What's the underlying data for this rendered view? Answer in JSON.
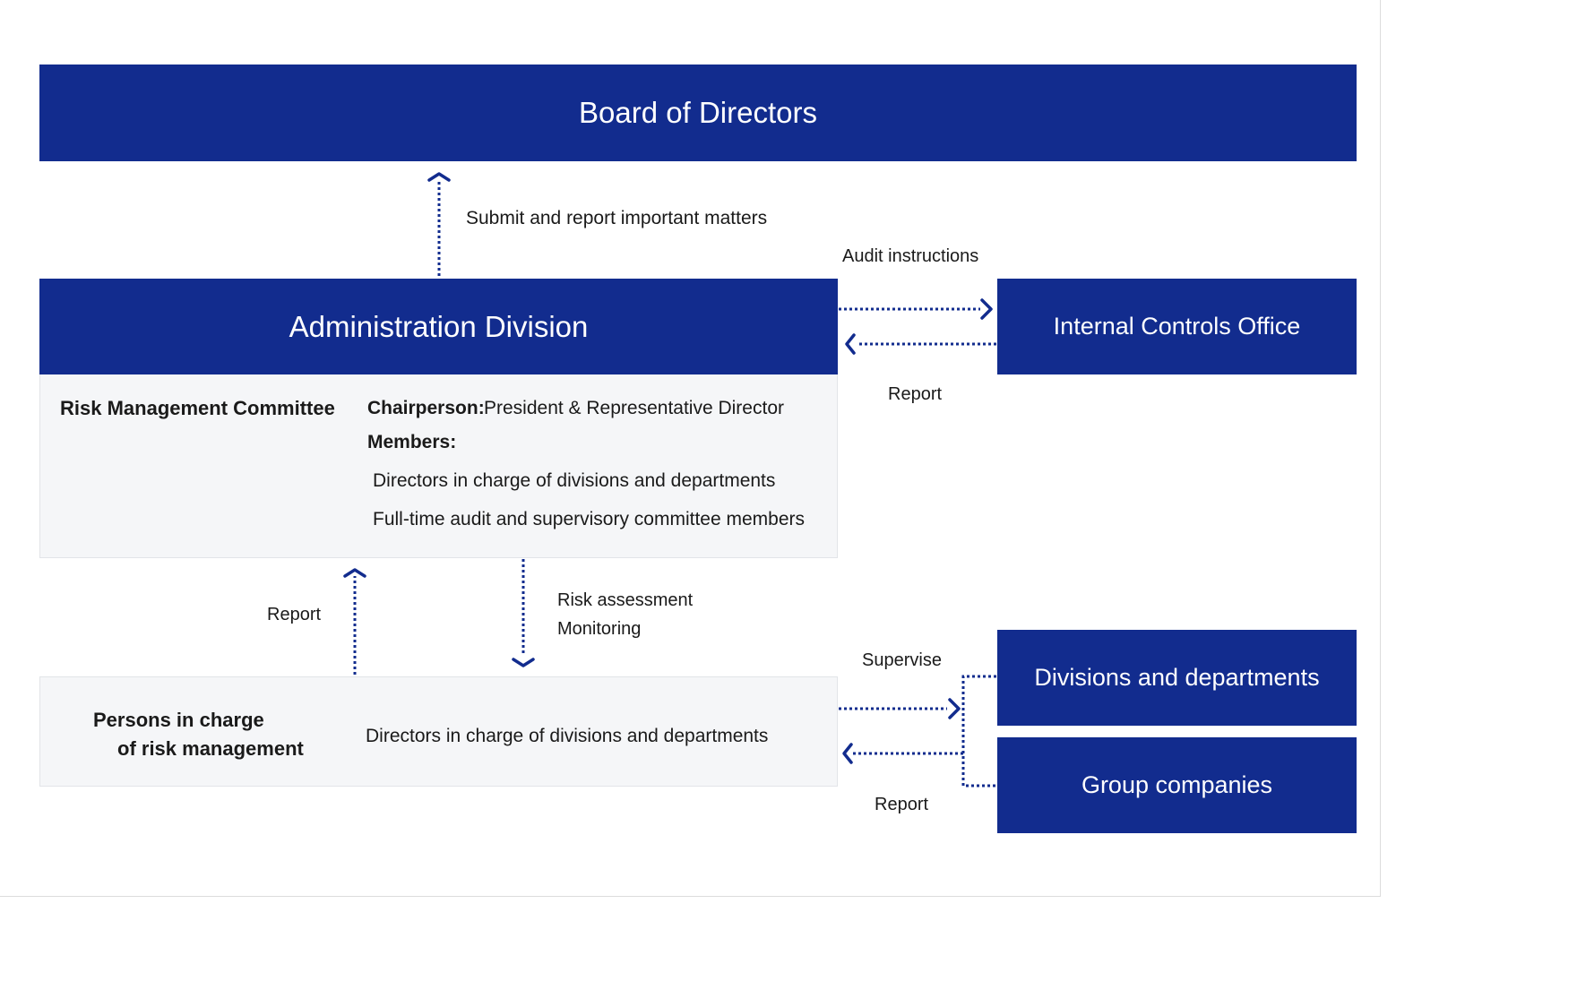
{
  "board": {
    "title": "Board of Directors"
  },
  "admin": {
    "title": "Administration Division"
  },
  "internal_controls": {
    "title": "Internal Controls Office"
  },
  "divisions": {
    "title": "Divisions and departments"
  },
  "group": {
    "title": "Group companies"
  },
  "committee": {
    "name": "Risk Management Committee",
    "chair_label": "Chairperson:",
    "chair_value": "President & Representative Director",
    "members_label": "Members:",
    "members": [
      "Directors in charge of divisions and departments",
      "Full-time audit and supervisory committee members"
    ]
  },
  "persons": {
    "name_line1": "Persons in charge",
    "name_line2": "of risk management",
    "value": "Directors in charge of divisions and departments"
  },
  "arrows": {
    "submit_report": "Submit and report important matters",
    "audit_instructions": "Audit instructions",
    "report_from_ico": "Report",
    "report_up": "Report",
    "risk_assessment": "Risk assessment",
    "monitoring": "Monitoring",
    "supervise": "Supervise",
    "report_from_divisions": "Report"
  },
  "colors": {
    "navy": "#122c8e",
    "panel": "#f5f6f8",
    "text": "#1a1a1a"
  }
}
